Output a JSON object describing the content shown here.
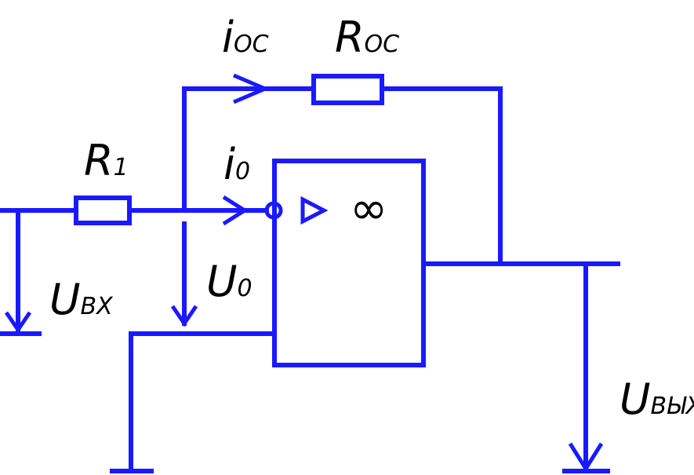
{
  "labels": {
    "i_fb": {
      "main": "i",
      "sub": "ОС"
    },
    "r_fb": {
      "main": "R",
      "sub": "ОС"
    },
    "r1": {
      "main": "R",
      "sub": "1"
    },
    "i0": {
      "main": "i",
      "sub": "0"
    },
    "u_in": {
      "main": "U",
      "sub": "ВХ"
    },
    "u0": {
      "main": "U",
      "sub": "0"
    },
    "u_out": {
      "main": "U",
      "sub": "ВЫХ"
    }
  },
  "opamp": {
    "gain_symbol": "∞"
  },
  "colors": {
    "wire": "#1a1aff",
    "text": "#000000",
    "background": "#ffffff"
  }
}
